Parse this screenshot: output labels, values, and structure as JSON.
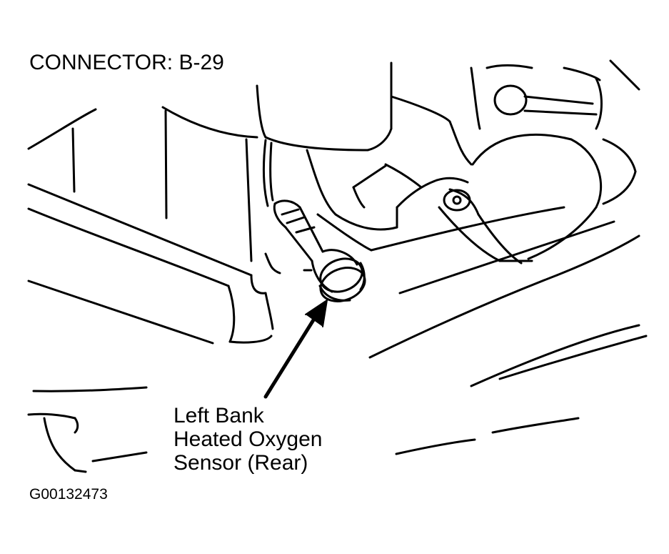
{
  "header": {
    "title": "CONNECTOR: B-29"
  },
  "callout": {
    "lines": [
      "Left Bank",
      "Heated Oxygen",
      "Sensor (Rear)"
    ]
  },
  "footer": {
    "figure_id": "G00132473"
  },
  "colors": {
    "ink": "#000000",
    "background": "#ffffff"
  }
}
